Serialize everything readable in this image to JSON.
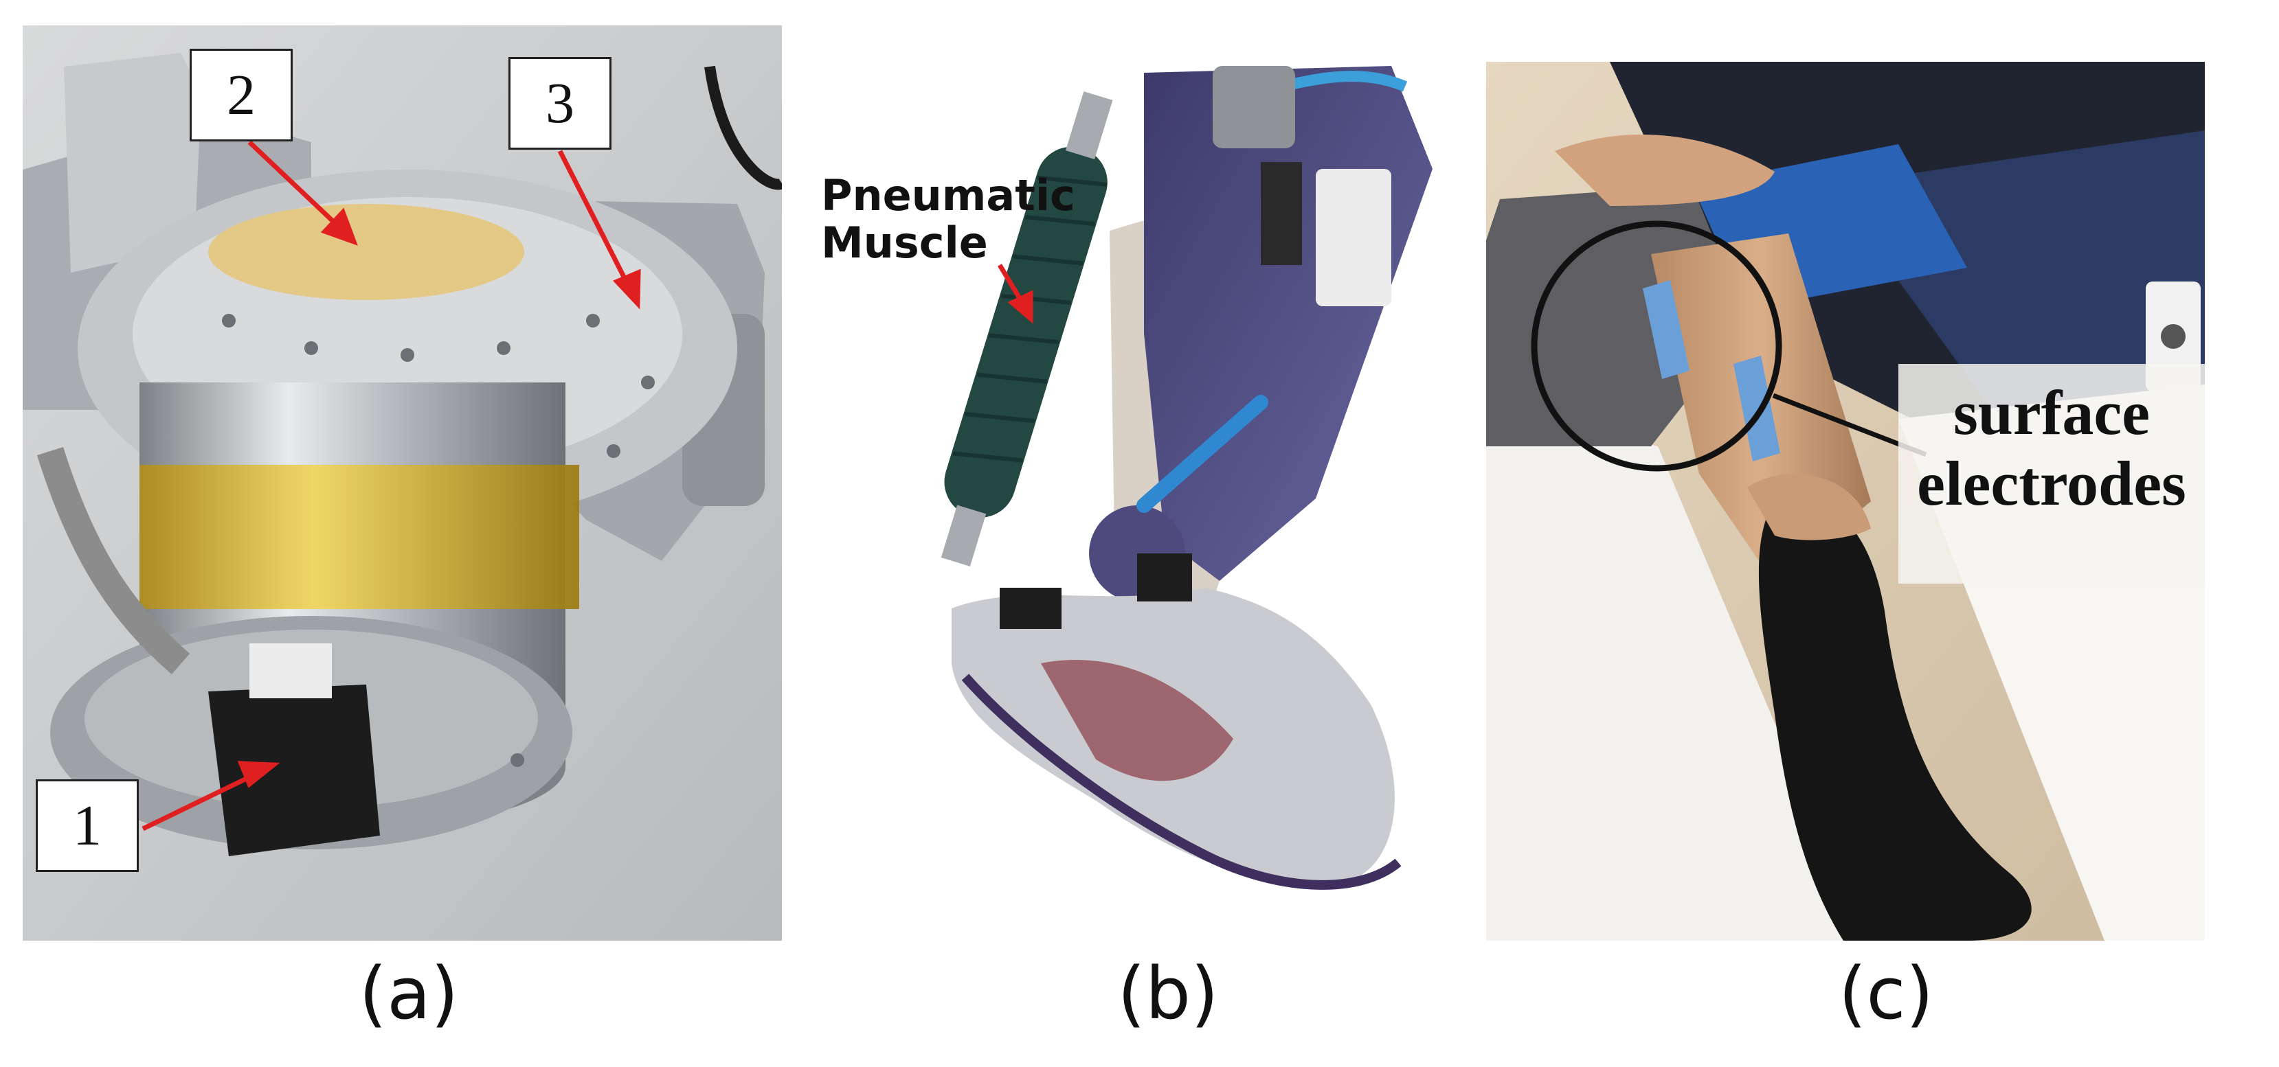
{
  "panels": [
    {
      "caption": "(a)",
      "callouts": [
        "1",
        "2",
        "3"
      ]
    },
    {
      "caption": "(b)",
      "label_line1": "Pneumatic",
      "label_line2": "Muscle"
    },
    {
      "caption": "(c)",
      "label_line1": "surface",
      "label_line2": "electrodes"
    }
  ],
  "colors": {
    "arrow": "#e02020",
    "tape": "#e2c33a",
    "metal": "#b9bcc0",
    "electrode": "#6a9fd8",
    "sock": "#151515"
  }
}
